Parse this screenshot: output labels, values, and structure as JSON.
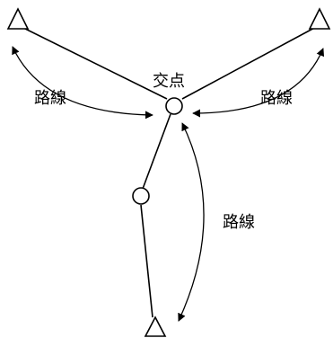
{
  "labels": {
    "intersection": "交点",
    "route_left": "路線",
    "route_right": "路線",
    "route_bottom": "路線"
  },
  "colors": {
    "stroke": "#000000",
    "background": "#ffffff"
  }
}
